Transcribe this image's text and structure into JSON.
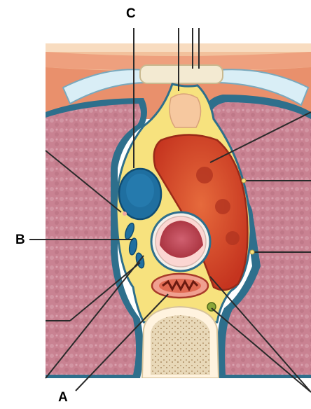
{
  "diagram": {
    "labels": {
      "a": "A",
      "b": "B",
      "c": "C"
    }
  },
  "colors": {
    "skin": "#f4c9a4",
    "muscle": "#e98a66",
    "lung": "#c98292",
    "pleura": "#2e6f8c",
    "fat": "#f7e27e",
    "cartilage": "#d9eef6",
    "aorta": "#d84a2c",
    "vein": "#1f6fa0",
    "trachea": "#c6454f",
    "esophagus": "#e06a52",
    "vertebra": "#e8d8b8"
  }
}
